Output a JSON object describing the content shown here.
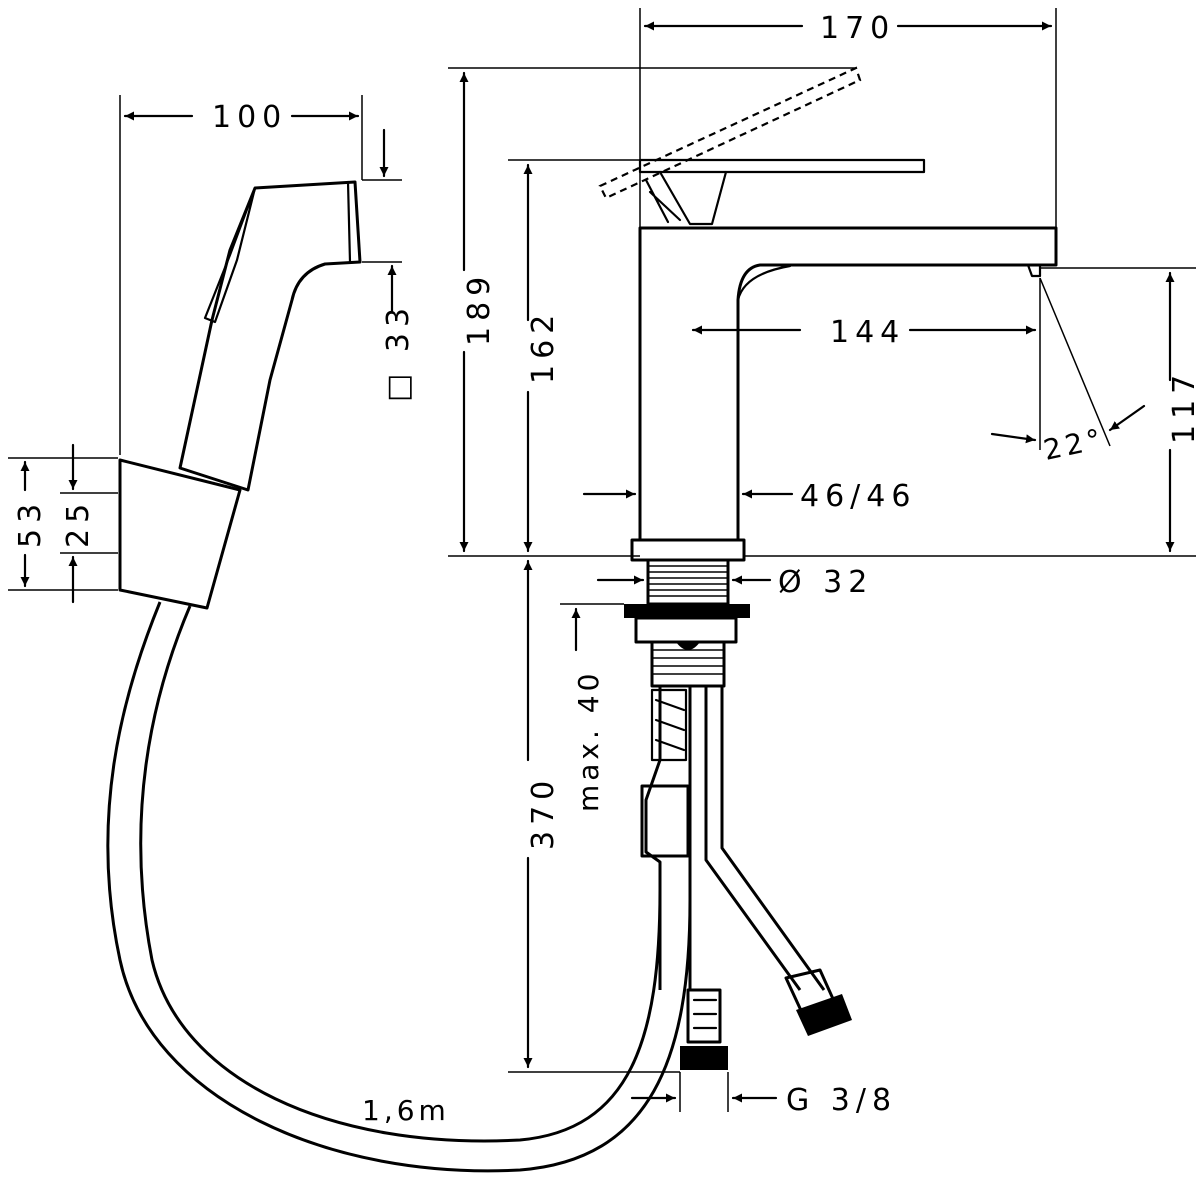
{
  "diagram": {
    "dimensions": {
      "sprayWidth": "100",
      "sprayHead": "□ 33",
      "holderHeight": "53",
      "holderOffset": "25",
      "totalHeight": "189",
      "spoutHeight": "162",
      "overallDepth": "170",
      "spoutReach": "144",
      "spoutClearance": "117",
      "leverAngle": "22°",
      "bodySize": "46/46",
      "shankDiameter": "Ø 32",
      "maxDeck": "max. 40",
      "hoseLength": "370",
      "showerHose": "1,6m",
      "connection": "G 3/8"
    }
  }
}
